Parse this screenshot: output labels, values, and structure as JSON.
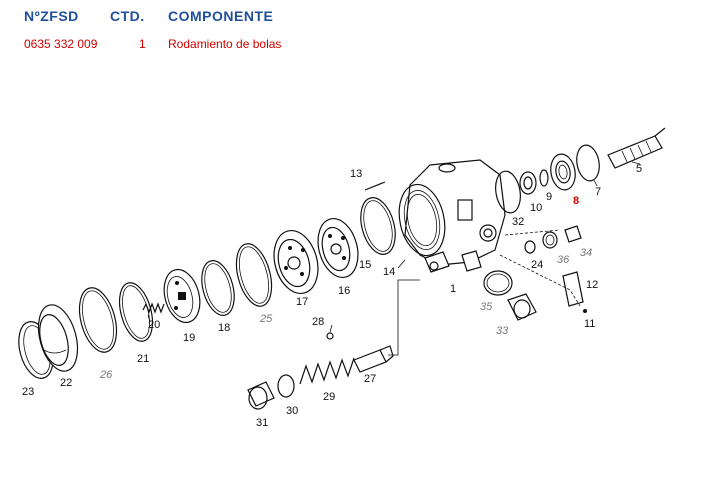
{
  "table": {
    "headers": {
      "num": "NºZFSD",
      "qty": "CTD.",
      "component": "COMPONENTE"
    },
    "row": {
      "num": "0635 332 009",
      "qty": "1",
      "component": "Rodamiento de bolas"
    }
  },
  "callouts": {
    "c1": "1",
    "c5": "5",
    "c7": "7",
    "c8": "8",
    "c9": "9",
    "c10": "10",
    "c11": "11",
    "c12": "12",
    "c13": "13",
    "c14": "14",
    "c15": "15",
    "c16": "16",
    "c17": "17",
    "c18": "18",
    "c19": "19",
    "c20": "20",
    "c21": "21",
    "c22": "22",
    "c23": "23",
    "c24": "24",
    "c25": "25",
    "c26": "26",
    "c27": "27",
    "c28": "28",
    "c29": "29",
    "c30": "30",
    "c31": "31",
    "c32": "32",
    "c33": "33",
    "c34": "34",
    "c35": "35",
    "c36": "36"
  },
  "colors": {
    "header": "#1f4e9a",
    "highlight": "#e00000",
    "optional": "#777777"
  }
}
